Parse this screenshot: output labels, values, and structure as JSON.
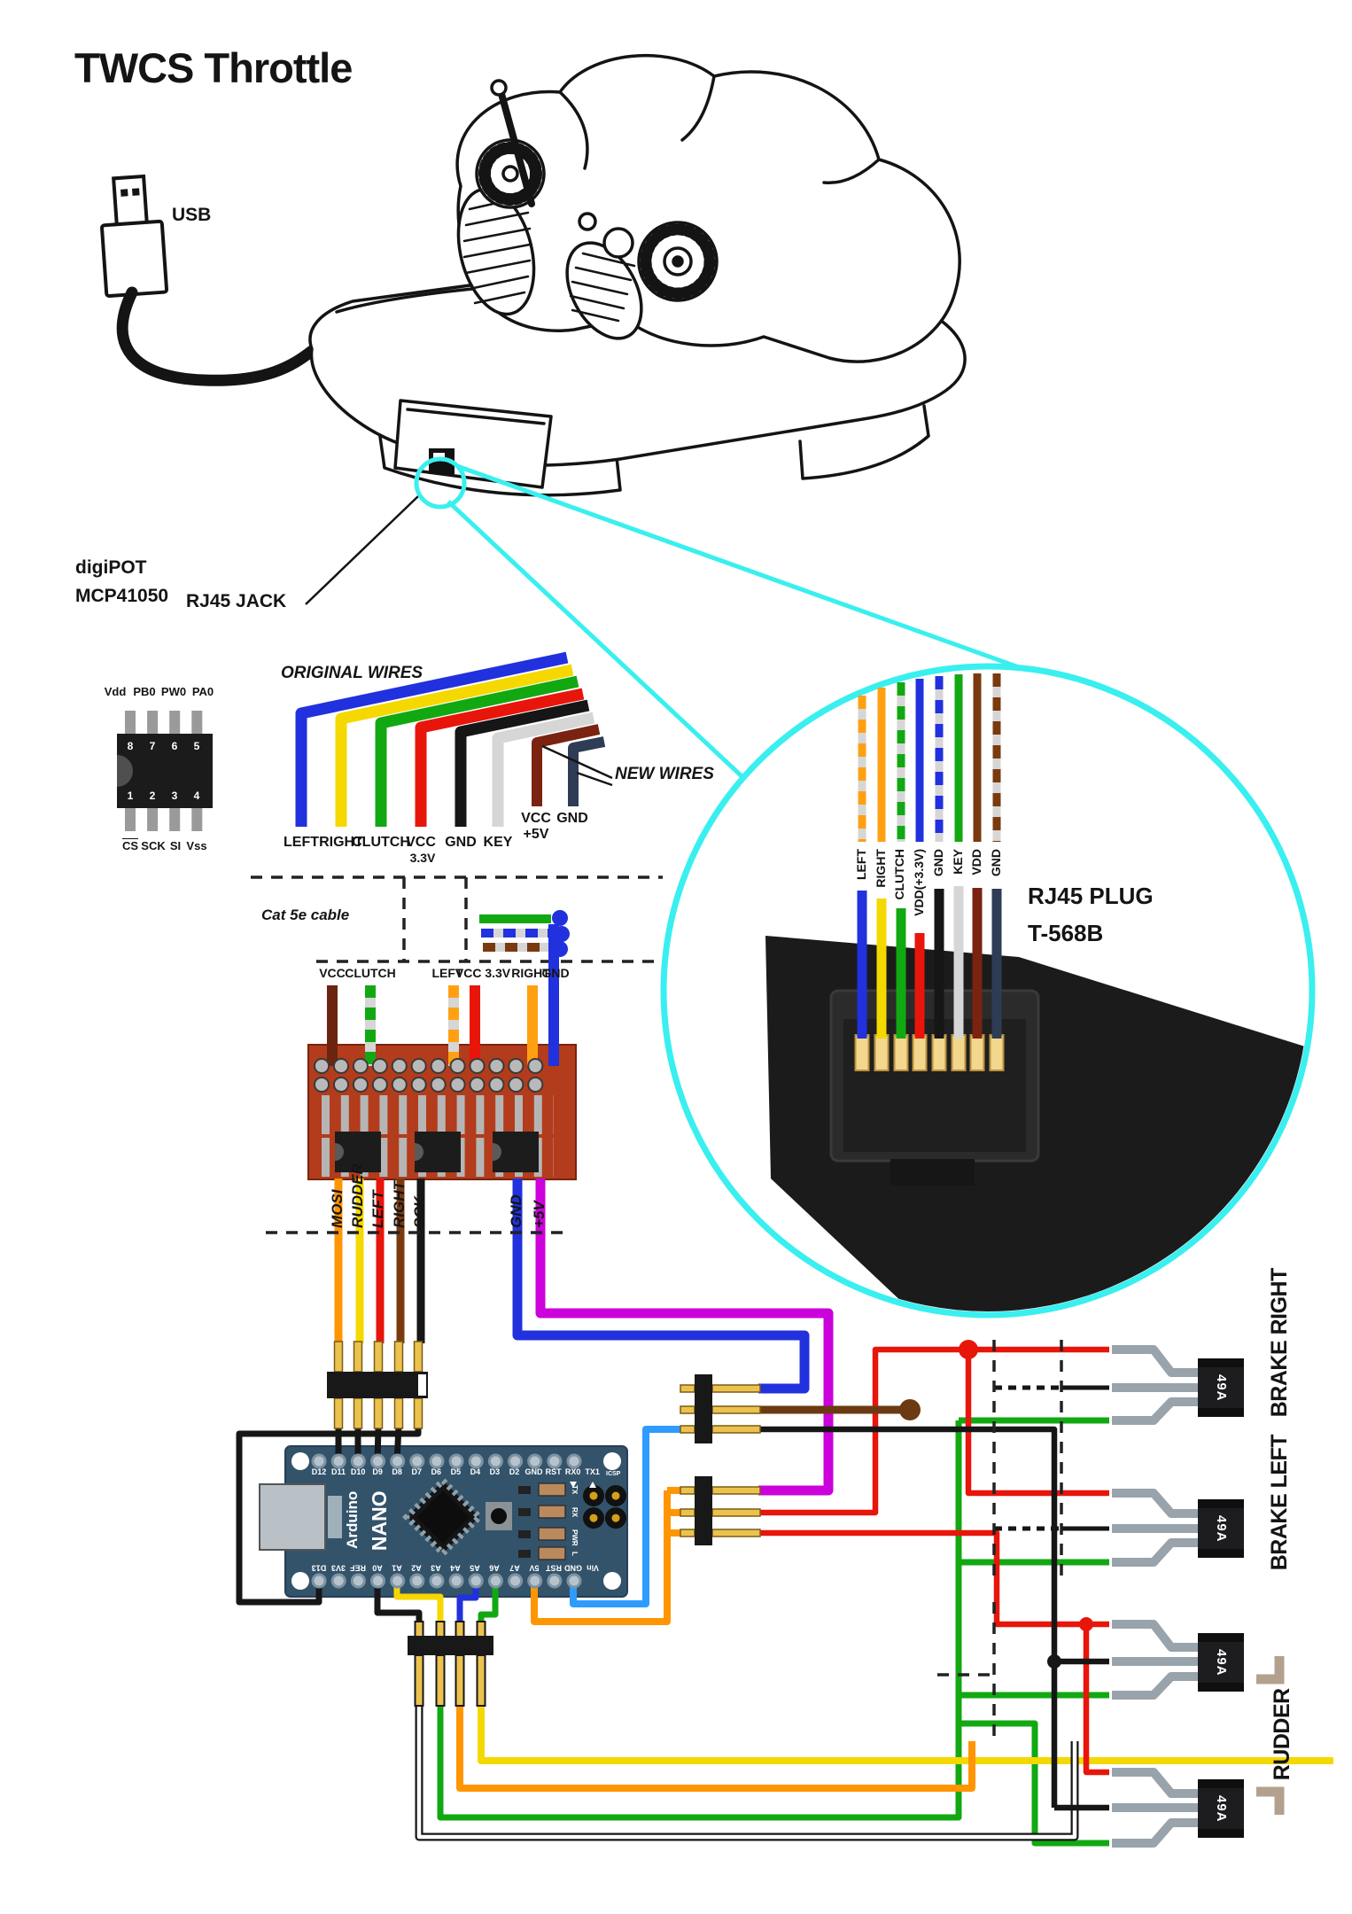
{
  "title": "TWCS Throttle",
  "labels": {
    "usb": "USB",
    "digipot_line1": "digiPOT",
    "digipot_line2": "MCP41050",
    "rj45_jack": "RJ45 JACK",
    "original_wires": "ORIGINAL WIRES",
    "new_wires": "NEW WIRES",
    "cat5e": "Cat 5e cable",
    "rj45_plug_line1": "RJ45 PLUG",
    "rj45_plug_line2": "T-568B"
  },
  "digipot": {
    "top_labels": [
      "Vdd",
      "PB0",
      "PW0",
      "PA0"
    ],
    "top_pin_numbers": [
      "8",
      "7",
      "6",
      "5"
    ],
    "bottom_pin_numbers": [
      "1",
      "2",
      "3",
      "4"
    ],
    "bottom_labels": [
      "CS",
      "SCK",
      "SI",
      "Vss"
    ]
  },
  "original_wires": {
    "labels": [
      "LEFT",
      "RIGHT",
      "CLUTCH",
      "VCC",
      "GND",
      "KEY"
    ],
    "vcc_sub": "3.3V"
  },
  "new_wires": {
    "vcc_label": "VCC",
    "vcc_sub": "+5V",
    "gnd_label": "GND"
  },
  "cat5_board": {
    "wire_labels": [
      "VCC",
      "CLUTCH",
      "LEFT",
      "VCC 3.3V",
      "RIGHT",
      "GND"
    ]
  },
  "rj45_circle": {
    "wire_labels": [
      "LEFT",
      "RIGHT",
      "CLUTCH",
      "VDD(+3.3V)",
      "GND",
      "KEY",
      "VDD",
      "GND"
    ]
  },
  "nano": {
    "brand": "Arduino",
    "model": "NANO",
    "icsp": "ICSP",
    "top_pins": [
      "D12",
      "D11",
      "D10",
      "D9",
      "D8",
      "D7",
      "D6",
      "D5",
      "D4",
      "D3",
      "D2",
      "GND",
      "RST",
      "RX0",
      "TX1"
    ],
    "bottom_pins": [
      "D13",
      "3V3",
      "REF",
      "A0",
      "A1",
      "A2",
      "A3",
      "A4",
      "A5",
      "A6",
      "A7",
      "5V",
      "RST",
      "GND",
      "Vin"
    ],
    "led_labels": [
      "TX",
      "RX",
      "PWR",
      "L"
    ]
  },
  "bus": {
    "signal_labels": [
      "MOSI",
      "RUDDER",
      "LEFT",
      "RIGHT",
      "SCK"
    ],
    "power_labels": [
      "GND",
      "+5V"
    ]
  },
  "outputs": {
    "part": "49A",
    "brake_right": "BRAKE RIGHT",
    "brake_left": "BRAKE LEFT",
    "rudder": "RUDDER"
  },
  "colors": {
    "accent_cyan": "#3AEFEF",
    "wire_blue": "#2131DD",
    "wire_yellow": "#F5D800",
    "wire_green": "#12A812",
    "wire_red": "#E8150B",
    "wire_black": "#161616",
    "wire_key_white": "#D6D6D6",
    "wire_brown_dark": "#7A2310",
    "wire_navy": "#2E3C55",
    "wire_orange": "#FF9500",
    "wire_magenta": "#CB02DA",
    "wire_lightblue": "#2E9BFF",
    "cat5_orange": "#FFA013",
    "cat5_brown": "#7A3A10",
    "pcb": "#B23C1B",
    "arduino_board": "#33536A",
    "header_gold": "#ECC24F"
  }
}
